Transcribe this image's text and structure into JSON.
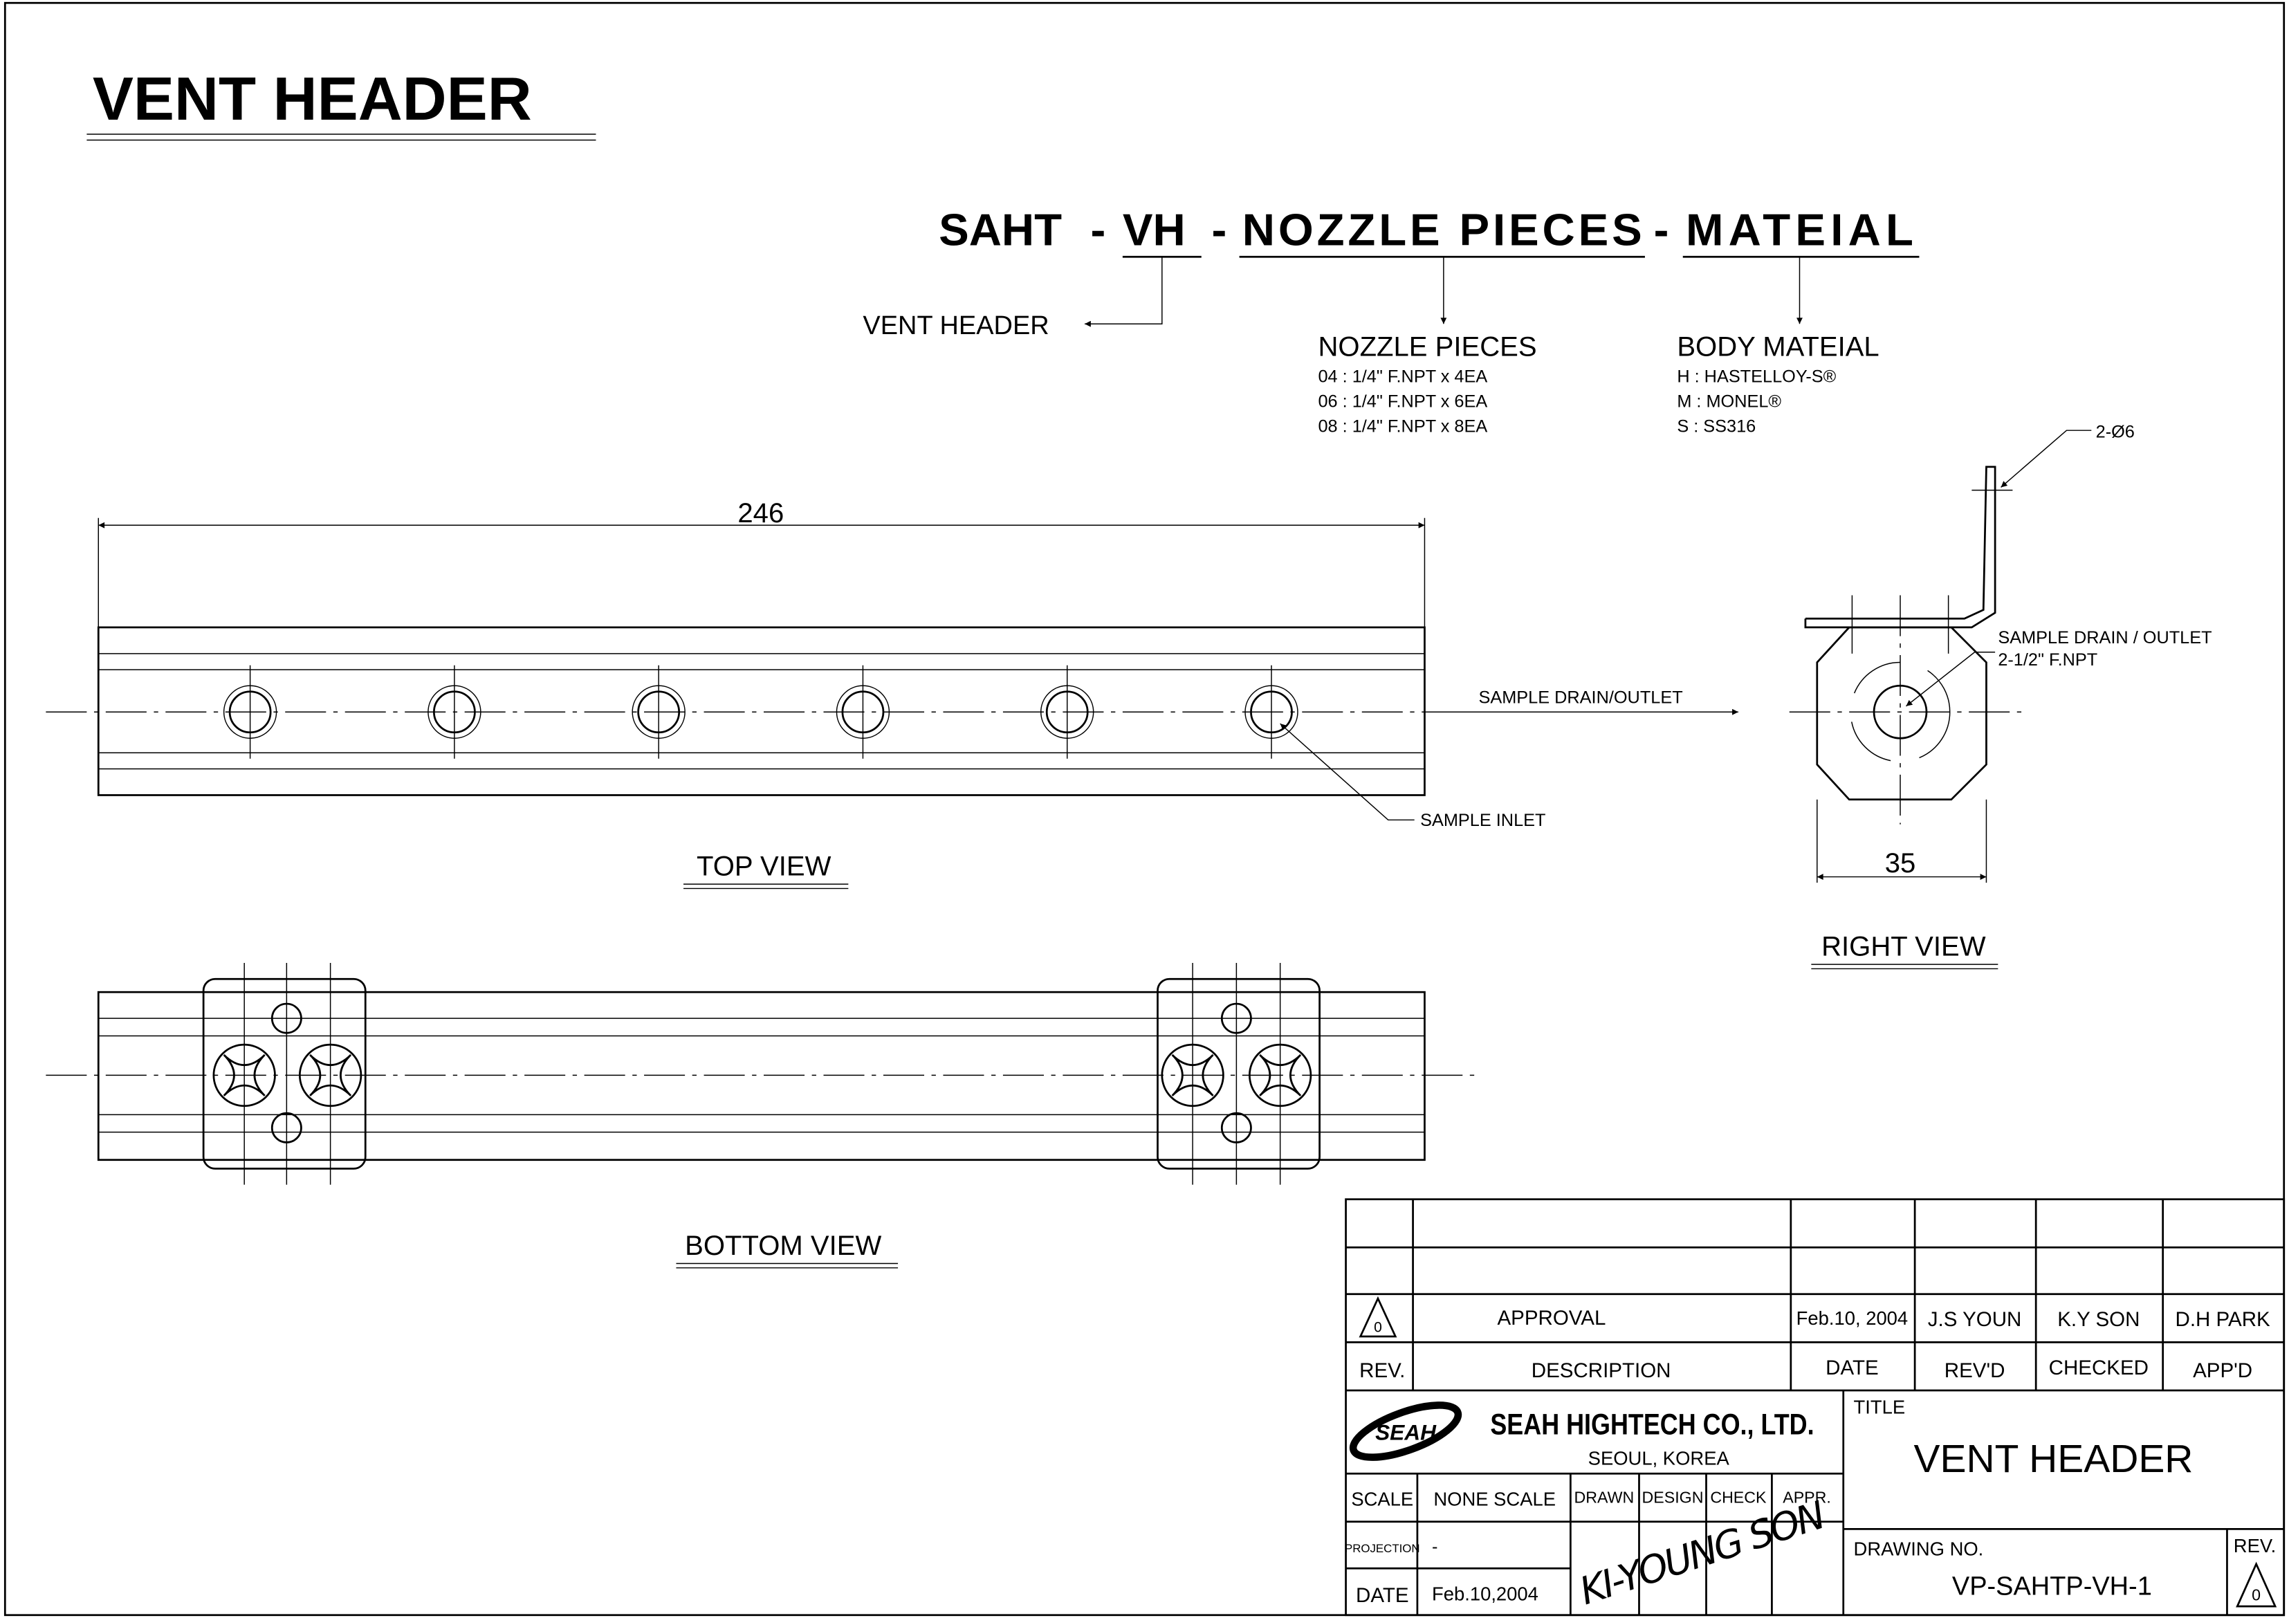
{
  "title": "VENT HEADER",
  "code": {
    "p1": "SAHT",
    "sep": "-",
    "p2": "VH",
    "p3": "NOZZLE PIECES",
    "p4": "MATEIAL"
  },
  "legend": {
    "vh_label": "VENT HEADER",
    "nozzle_title": "NOZZLE PIECES",
    "nozzle_items": [
      "04 : 1/4\" F.NPT x 4EA",
      "06 : 1/4\" F.NPT x 6EA",
      "08 : 1/4\" F.NPT x 8EA"
    ],
    "body_title": "BODY MATEIAL",
    "body_items": [
      "H : HASTELLOY-S®",
      "M : MONEL®",
      "S : SS316"
    ]
  },
  "top_view": {
    "label": "TOP VIEW",
    "dim_length": "246",
    "outlet": "SAMPLE DRAIN/OUTLET",
    "inlet": "SAMPLE INLET",
    "holes": 6
  },
  "right_view": {
    "label": "RIGHT VIEW",
    "holes_note": "2-Ø6",
    "outlet": "SAMPLE DRAIN / OUTLET",
    "outlet_size": "2-1/2\" F.NPT",
    "dim_width": "35"
  },
  "bottom_view": {
    "label": "BOTTOM VIEW"
  },
  "title_block": {
    "rev_row": {
      "rev": "0",
      "description": "APPROVAL",
      "date": "Feb.10, 2004",
      "revd": "J.S YOUN",
      "checked": "K.Y SON",
      "appd": "D.H PARK"
    },
    "headers": {
      "rev": "REV.",
      "description": "DESCRIPTION",
      "date": "DATE",
      "revd": "REV'D",
      "checked": "CHECKED",
      "appd": "APP'D"
    },
    "company": "SEAH HIGHTECH CO., LTD.",
    "logo": "SEAH",
    "location": "SEOUL,  KOREA",
    "title_label": "TITLE",
    "title": "VENT HEADER",
    "scale_label": "SCALE",
    "scale": "NONE SCALE",
    "drawn": "DRAWN",
    "design": "DESIGN",
    "check": "CHECK",
    "appr": "APPR.",
    "projection_label": "PROJECTION",
    "projection": "-",
    "date_label": "DATE",
    "date": "Feb.10,2004",
    "signature": "KI-YOUNG SON",
    "drawing_no_label": "DRAWING NO.",
    "drawing_no": "VP-SAHTP-VH-1",
    "rev_label": "REV.",
    "rev": "0"
  }
}
